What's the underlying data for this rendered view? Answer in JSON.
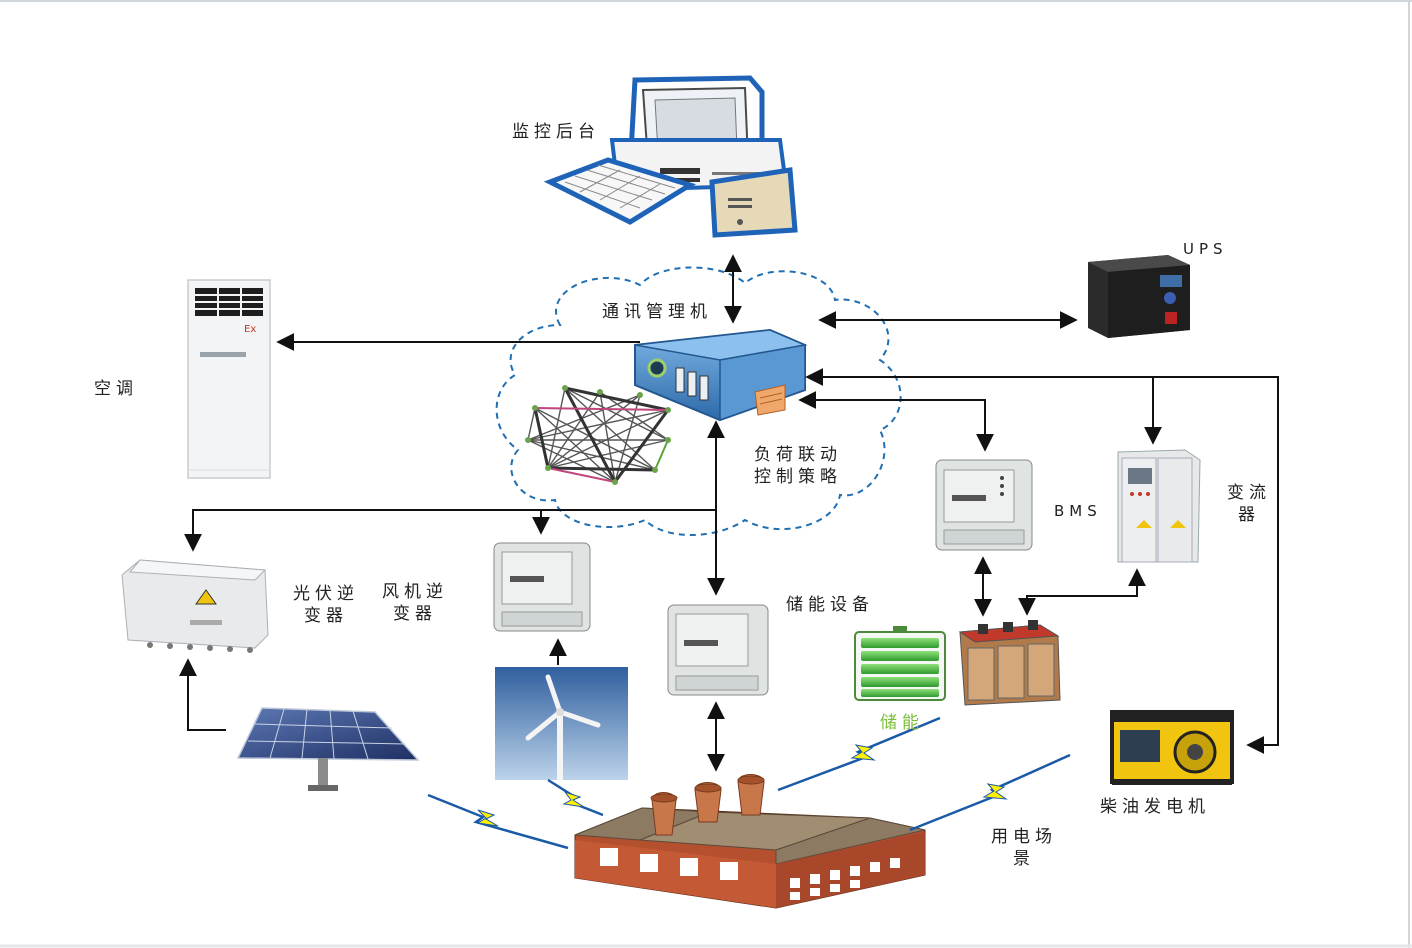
{
  "labels": {
    "monitor_backend": "监控后台",
    "comm_manager": "通讯管理机",
    "ups": "UPS",
    "air_conditioner": "空调",
    "load_strategy_line1": "负荷联动",
    "load_strategy_line2": "控制策略",
    "bms": "BMS",
    "converter_line1": "变流",
    "converter_line2": "器",
    "pv_inverter_line1": "光伏逆",
    "pv_inverter_line2": "变器",
    "wind_inverter_line1": "风机逆",
    "wind_inverter_line2": "变器",
    "storage_equipment": "储能设备",
    "storage": "储能",
    "diesel_generator": "柴油发电机",
    "usage_scene_line1": "用电场",
    "usage_scene_line2": "景"
  },
  "colors": {
    "line": "#111111",
    "cloud_stroke": "#1f6fb2",
    "device_blue": "#3a7fc4",
    "lightning": "#1a5aa6",
    "bolt_fill": "#fff000",
    "factory_roof": "#8d7a62",
    "factory_wall": "#b5502f",
    "chimney": "#c8774a",
    "battery_green": "#3cb33c",
    "storage_label": "#7cbf3a"
  }
}
